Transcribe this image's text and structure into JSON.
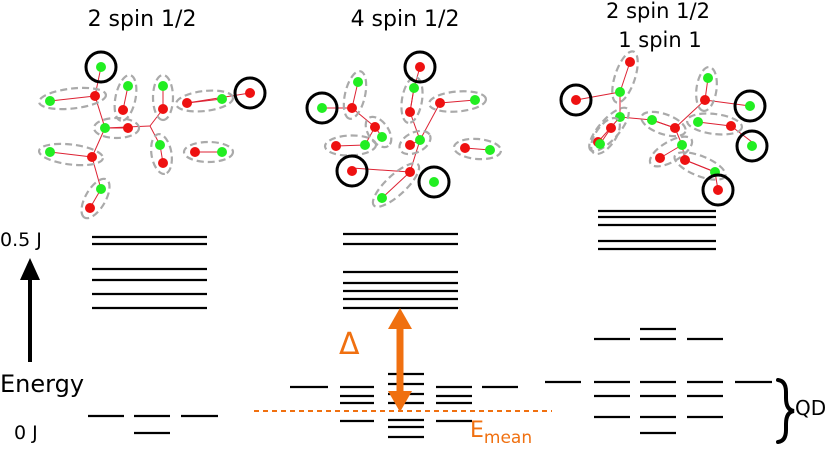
{
  "columns": [
    {
      "title_lines": [
        "2 spin 1/2"
      ]
    },
    {
      "title_lines": [
        "4 spin 1/2"
      ]
    },
    {
      "title_lines": [
        "2 spin 1/2",
        "1 spin 1"
      ]
    }
  ],
  "axis": {
    "label": "Energy",
    "tick_top": "0.5 J",
    "tick_bottom": "0 J"
  },
  "annotations": {
    "gap_symbol": "Δ",
    "mean_energy_base": "E",
    "mean_energy_sub": "mean",
    "brace_label": "QD"
  },
  "colors": {
    "accent": "#f07010",
    "node_green": "#22ee22",
    "node_red": "#ee1111",
    "dimer_outline": "#aaaaaa",
    "level_line": "#000000"
  }
}
